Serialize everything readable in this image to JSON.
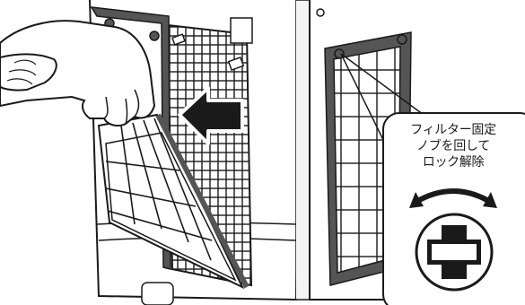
{
  "callout": {
    "lines": [
      "フィルター固定",
      "ノブを回して",
      "ロック解除"
    ]
  },
  "icons": {
    "direction_arrow": "left-arrow-icon",
    "rotate": "rotate-arrow-icon",
    "knob": "cross-knob-icon"
  },
  "colors": {
    "outline": "#1a1a1a",
    "frame_dark": "#555555",
    "body_fill": "#ffffff",
    "panel_gray": "#dcdcdc"
  }
}
